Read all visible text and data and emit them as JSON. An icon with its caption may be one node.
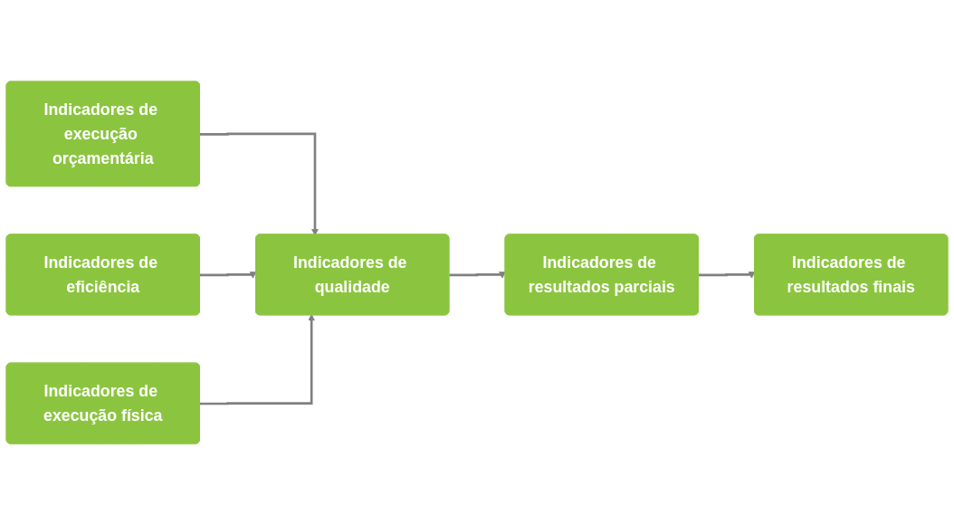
{
  "diagram": {
    "nodes": [
      {
        "text": [
          "Indicadores de execução orçamentária"
        ]
      },
      {
        "text": [
          "Indicadores de eficiência"
        ]
      },
      {
        "text": [
          "Indicadores de execução física"
        ]
      },
      {
        "text": [
          "Indicadores de qualidade"
        ]
      },
      {
        "text": [
          "Indicadores de resultados parciais"
        ]
      },
      {
        "text": [
          "Indicadores de resultados finais"
        ]
      }
    ],
    "edges": [
      {
        "from": 0,
        "to": 3,
        "arrow": "to"
      },
      {
        "from": 1,
        "to": 3,
        "arrow": "to"
      },
      {
        "from": 2,
        "to": 3,
        "arrow": "to"
      },
      {
        "from": 3,
        "to": 4,
        "arrow": "to"
      },
      {
        "from": 4,
        "to": 5,
        "arrow": "to"
      }
    ]
  }
}
